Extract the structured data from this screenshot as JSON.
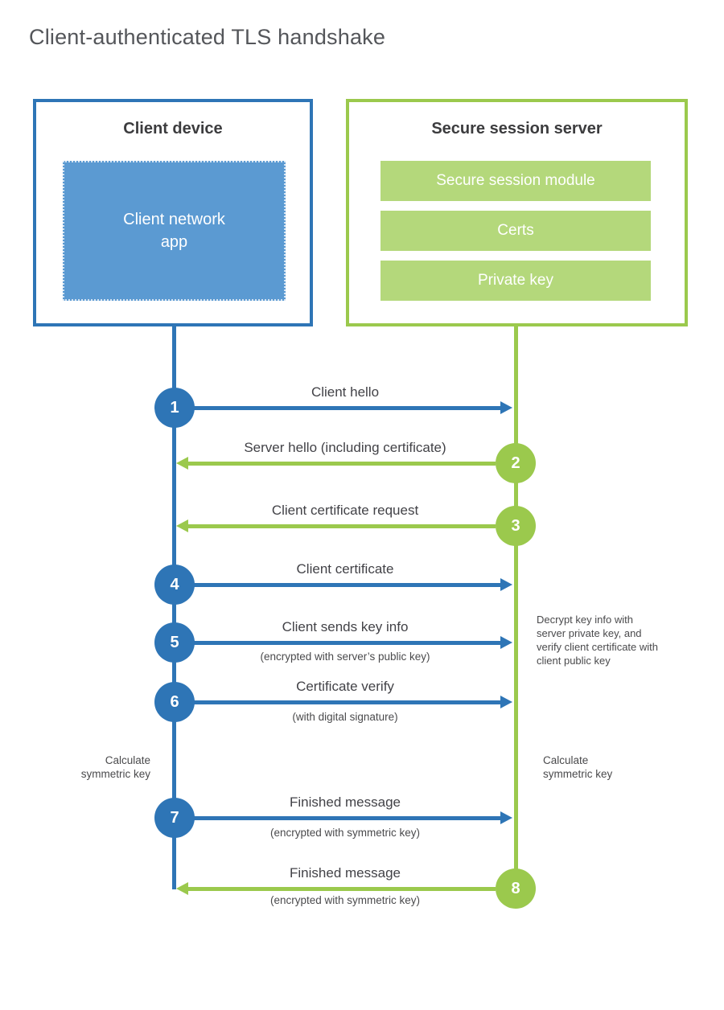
{
  "title": "Client-authenticated TLS handshake",
  "client": {
    "header": "Client device",
    "app": "Client network app"
  },
  "server": {
    "header": "Secure session server",
    "modules": [
      "Secure session module",
      "Certs",
      "Private key"
    ]
  },
  "steps": [
    {
      "num": "1",
      "label": "Client hello",
      "sub": "",
      "color": "blue",
      "direction": "client-to-server"
    },
    {
      "num": "2",
      "label": "Server hello (including certificate)",
      "sub": "",
      "color": "green",
      "direction": "server-to-client"
    },
    {
      "num": "3",
      "label": "Client certificate request",
      "sub": "",
      "color": "green",
      "direction": "server-to-client"
    },
    {
      "num": "4",
      "label": "Client certificate",
      "sub": "",
      "color": "blue",
      "direction": "client-to-server"
    },
    {
      "num": "5",
      "label": "Client sends key info",
      "sub": "(encrypted with server’s public key)",
      "color": "blue",
      "direction": "client-to-server"
    },
    {
      "num": "6",
      "label": "Certificate verify",
      "sub": "(with digital signature)",
      "color": "blue",
      "direction": "client-to-server"
    },
    {
      "num": "7",
      "label": "Finished message",
      "sub": "(encrypted with symmetric key)",
      "color": "blue",
      "direction": "client-to-server"
    },
    {
      "num": "8",
      "label": "Finished message",
      "sub": "(encrypted with symmetric key)",
      "color": "green",
      "direction": "server-to-client"
    }
  ],
  "annotations": {
    "decrypt_note": "Decrypt key info with server private key, and verify client certificate with client public key",
    "calc_left": "Calculate symmetric key",
    "calc_right": "Calculate symmetric key"
  },
  "colors": {
    "blue": "#2e75b6",
    "blue_light": "#5b9ad2",
    "green": "#9bc94d",
    "green_light": "#b4d87b"
  }
}
